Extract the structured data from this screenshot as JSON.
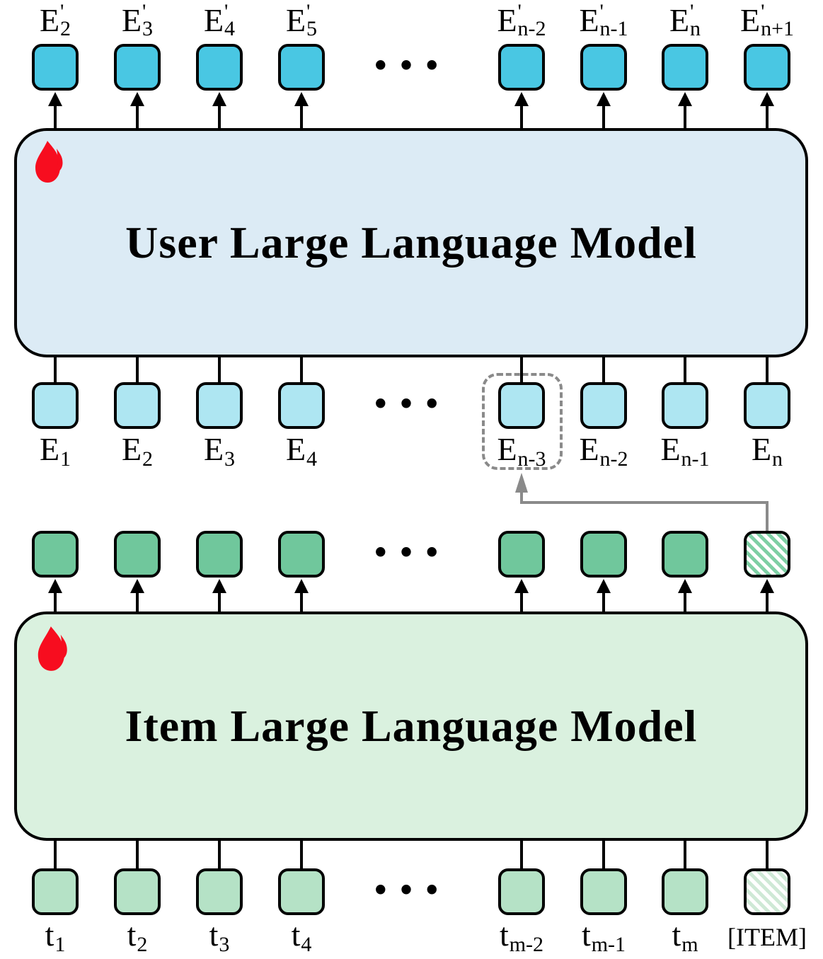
{
  "figure": {
    "user_model": {
      "title": "User Large Language Model",
      "flame_icon": "flame-icon"
    },
    "item_model": {
      "title": "Item Large Language Model",
      "flame_icon": "flame-icon"
    },
    "ellipsis": "•••",
    "tokens": {
      "top_outputs": [
        {
          "base": "E",
          "prime": "'",
          "sub": "2"
        },
        {
          "base": "E",
          "prime": "'",
          "sub": "3"
        },
        {
          "base": "E",
          "prime": "'",
          "sub": "4"
        },
        {
          "base": "E",
          "prime": "'",
          "sub": "5"
        },
        {
          "base": "E",
          "prime": "'",
          "sub": "n-2"
        },
        {
          "base": "E",
          "prime": "'",
          "sub": "n-1"
        },
        {
          "base": "E",
          "prime": "'",
          "sub": "n"
        },
        {
          "base": "E",
          "prime": "'",
          "sub": "n+1"
        }
      ],
      "user_inputs": [
        {
          "base": "E",
          "sub": "1"
        },
        {
          "base": "E",
          "sub": "2"
        },
        {
          "base": "E",
          "sub": "3"
        },
        {
          "base": "E",
          "sub": "4"
        },
        {
          "base": "E",
          "sub": "n-3",
          "highlighted": true
        },
        {
          "base": "E",
          "sub": "n-2"
        },
        {
          "base": "E",
          "sub": "n-1"
        },
        {
          "base": "E",
          "sub": "n"
        }
      ],
      "item_outputs": [
        {
          "hatched": false
        },
        {
          "hatched": false
        },
        {
          "hatched": false
        },
        {
          "hatched": false
        },
        {
          "hatched": false
        },
        {
          "hatched": false
        },
        {
          "hatched": false
        },
        {
          "hatched": true
        }
      ],
      "item_inputs": [
        {
          "base": "t",
          "sub": "1"
        },
        {
          "base": "t",
          "sub": "2"
        },
        {
          "base": "t",
          "sub": "3"
        },
        {
          "base": "t",
          "sub": "4"
        },
        {
          "base": "t",
          "sub": "m-2"
        },
        {
          "base": "t",
          "sub": "m-1"
        },
        {
          "base": "t",
          "sub": "m"
        },
        {
          "base": "[ITEM]",
          "special": true,
          "hatched": true
        }
      ]
    },
    "colors": {
      "cyan": "#49c7e3",
      "lightblue": "#aee6f2",
      "userbg": "#dcebf5",
      "green": "#70c79c",
      "itembg": "#daf1df",
      "lightgreen": "#b5e2c6",
      "hatchgreen": "#7ecfa4",
      "hatchlight": "#cfe9d6",
      "gray": "#8a8a8a",
      "flame": "#f70d1f"
    }
  }
}
